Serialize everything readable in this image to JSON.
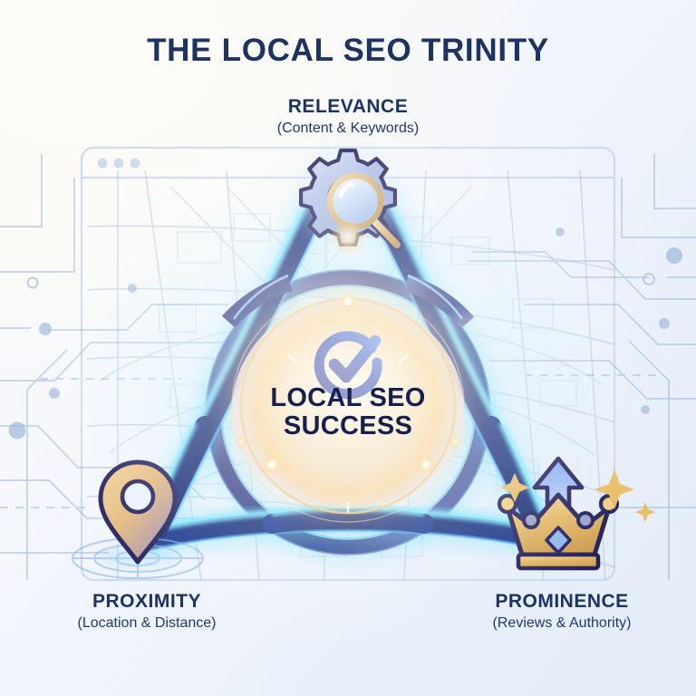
{
  "header": {
    "title": "THE LOCAL SEO TRINITY"
  },
  "center": {
    "icon": "check-circle-icon",
    "line1": "LOCAL SEO",
    "line2": "SUCCESS"
  },
  "nodes": [
    {
      "id": "relevance",
      "label": "RELEVANCE",
      "sublabel": "(Content & Keywords)",
      "icon": "gear-magnifier-icon"
    },
    {
      "id": "proximity",
      "label": "PROXIMITY",
      "sublabel": "(Location & Distance)",
      "icon": "map-pin-icon"
    },
    {
      "id": "prominence",
      "label": "PROMINENCE",
      "sublabel": "(Reviews & Authority)",
      "icon": "crown-arrow-icon"
    }
  ],
  "background": {
    "browser_window": "browser-window-outline",
    "map_pattern": "street-map-lines",
    "circuit_pattern": "circuit-traces"
  },
  "colors": {
    "title_navy": "#1d3362",
    "ribbon_navy": "#1e3a8a",
    "ribbon_deep": "#15215e",
    "glow_cyan": "#3ecfff",
    "accent_gold": "#e8b55c",
    "gold_light": "#f5d9a0",
    "center_glow": "#f7e3bb",
    "bg_cream": "#fbfaf6",
    "bg_blue": "#e3ecf8",
    "line_blue": "#9fb8da"
  }
}
